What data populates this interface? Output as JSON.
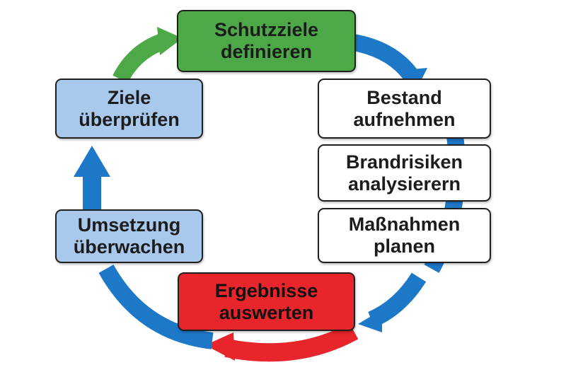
{
  "diagram": {
    "type": "cycle",
    "steps": [
      {
        "key": "top",
        "label": "Schutzziele\ndefinieren",
        "fill": "#4da848"
      },
      {
        "key": "right1",
        "label": "Bestand\naufnehmen",
        "fill": "#ffffff"
      },
      {
        "key": "right2",
        "label": "Brandrisiken\nanalysierern",
        "fill": "#ffffff"
      },
      {
        "key": "right3",
        "label": "Maßnahmen\nplanen",
        "fill": "#ffffff"
      },
      {
        "key": "bottom",
        "label": "Ergebnisse\nauswerten",
        "fill": "#e8252b"
      },
      {
        "key": "left2",
        "label": "Umsetzung\nüberwachen",
        "fill": "#a9c9ec"
      },
      {
        "key": "left1",
        "label": "Ziele\nüberprüfen",
        "fill": "#a9c9ec"
      }
    ],
    "colors": {
      "arrow_blue": "#1e78c8",
      "arrow_green": "#4da848",
      "arrow_red": "#e8252b",
      "box_border": "#1f1f1f"
    },
    "arrow_icons": [
      "arrow-right-green-icon",
      "arrow-down-blue-icon",
      "arrow-red-curved-icon",
      "arrow-up-blue-icon"
    ]
  }
}
